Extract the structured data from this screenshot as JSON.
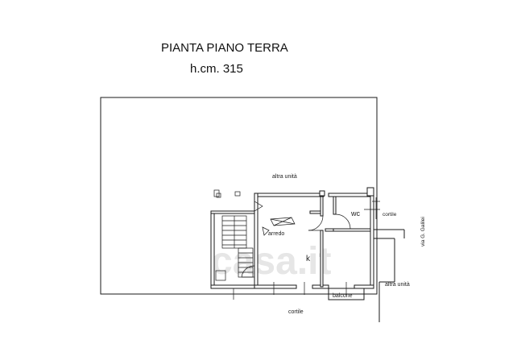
{
  "plan": {
    "title": "PIANTA PIANO TERRA",
    "height_note": "h.cm. 315"
  },
  "labels": {
    "altra_unita_top": "altra unità",
    "wc": "wc",
    "cortile_right": "cortile",
    "arredo": "arredo",
    "k": "k",
    "via": "via G. Galilei",
    "altra_unita_right": "altra unità",
    "balcone": "balcone",
    "cortile_bottom": "cortile"
  },
  "watermark": {
    "text": "casa.it"
  }
}
